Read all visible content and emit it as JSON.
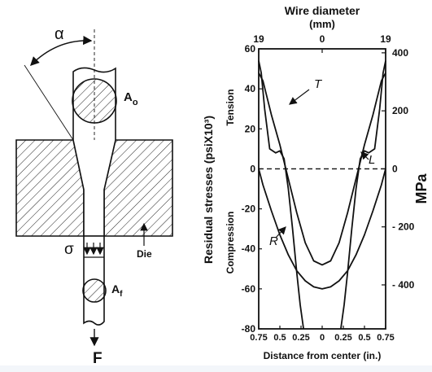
{
  "diagram": {
    "labels": {
      "alpha": "α",
      "a_initial_main": "A",
      "a_initial_sub": "o",
      "a_final_main": "A",
      "a_final_sub": "f",
      "sigma": "σ",
      "die": "Die",
      "force": "F"
    }
  },
  "chart_data": {
    "type": "line",
    "title": "Wire diameter",
    "title_unit": "(mm)",
    "xlabel": "Distance from center (in.)",
    "ylabel": "Residual  stresses (psiX10³)",
    "y2label": "MPa",
    "zone_top": "Tension",
    "zone_bottom": "Compression",
    "xlim": [
      -0.75,
      0.75
    ],
    "ylim": [
      -80,
      60
    ],
    "x_tick_labels": [
      "0.75",
      "0.5",
      "0.25",
      "0",
      "0.25",
      "0.5",
      "0.75"
    ],
    "y_tick_labels": [
      "60",
      "40",
      "20",
      "0",
      "-20",
      "-40",
      "-60",
      "-80"
    ],
    "top_axis_ticks": [
      "19",
      "0",
      "19"
    ],
    "right_axis_ticks": [
      "400",
      "200",
      "0",
      "- 200",
      "- 400"
    ],
    "series": [
      {
        "name": "T",
        "x": [
          -0.75,
          -0.7,
          -0.6,
          -0.5,
          -0.4,
          -0.3,
          -0.2,
          -0.1,
          0,
          0.1,
          0.2,
          0.3,
          0.4,
          0.5,
          0.6,
          0.7,
          0.75
        ],
        "y": [
          48,
          44,
          27,
          12,
          -5,
          -22,
          -37,
          -46,
          -48,
          -46,
          -37,
          -22,
          -5,
          12,
          27,
          44,
          48
        ]
      },
      {
        "name": "L",
        "x": [
          -0.75,
          -0.72,
          -0.68,
          -0.62,
          -0.55,
          -0.5,
          -0.45,
          -0.4,
          -0.35,
          -0.3,
          -0.26,
          -0.22,
          0.22,
          0.26,
          0.3,
          0.35,
          0.4,
          0.45,
          0.5,
          0.55,
          0.62,
          0.68,
          0.72,
          0.75
        ],
        "y": [
          54,
          48,
          30,
          10,
          8,
          9,
          5,
          -10,
          -30,
          -52,
          -68,
          -80,
          -80,
          -68,
          -52,
          -30,
          -10,
          5,
          9,
          8,
          10,
          30,
          48,
          54
        ]
      },
      {
        "name": "R",
        "x": [
          -0.75,
          -0.7,
          -0.6,
          -0.5,
          -0.4,
          -0.3,
          -0.2,
          -0.1,
          0,
          0.1,
          0.2,
          0.3,
          0.4,
          0.5,
          0.6,
          0.7,
          0.75
        ],
        "y": [
          0,
          -8,
          -21,
          -33,
          -43,
          -51,
          -56,
          -59,
          -60,
          -59,
          -56,
          -51,
          -43,
          -33,
          -21,
          -8,
          0
        ]
      }
    ],
    "annotations": [
      "T",
      "L",
      "R"
    ],
    "reference_line": 0
  }
}
